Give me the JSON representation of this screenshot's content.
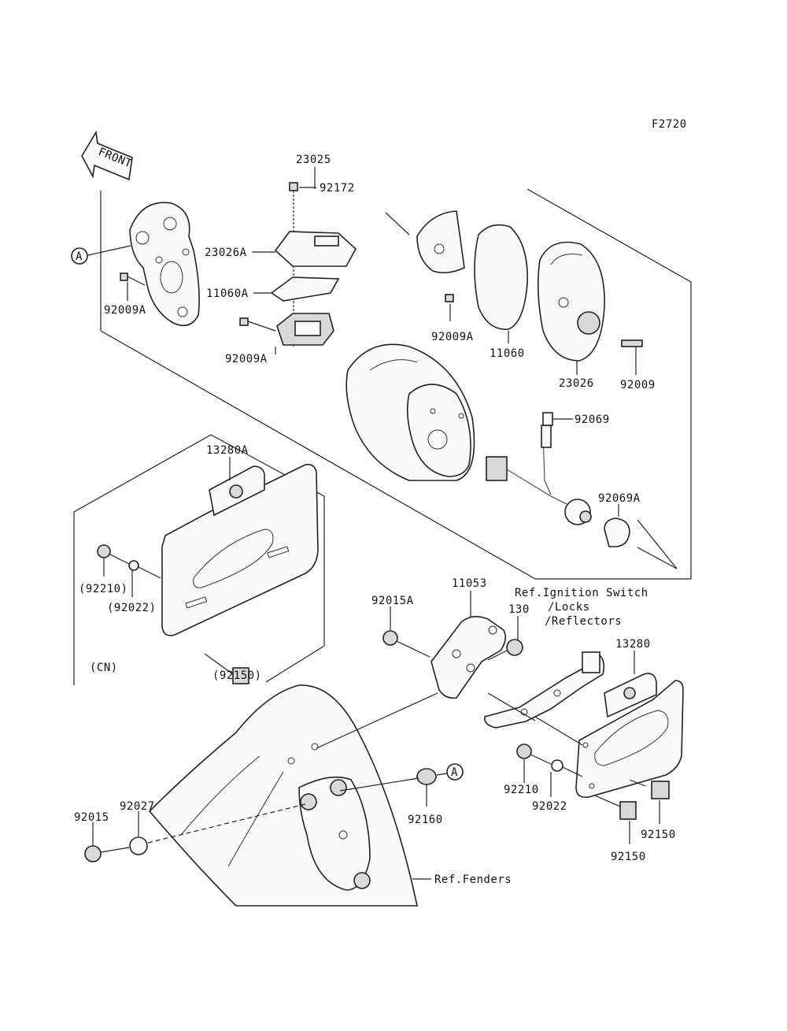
{
  "figure_code": "F2720",
  "front_label": "FRONT",
  "ref_a": "A",
  "labels": {
    "p23025": "23025",
    "p92172": "92172",
    "p23026A": "23026A",
    "p11060A": "11060A",
    "p92009A_1": "92009A",
    "p92009A_2": "92009A",
    "p92009A_3": "92009A",
    "p11060": "11060",
    "p23026": "23026",
    "p92009": "92009",
    "p92069": "92069",
    "p92069A": "92069A",
    "p13280A": "13280A",
    "p92210_cn": "(92210)",
    "p92022_cn": "(92022)",
    "cn": "(CN)",
    "p92150_cn": "(92150)",
    "p11053": "11053",
    "p92015A": "92015A",
    "p130": "130",
    "ref_ignition": "Ref.Ignition Switch",
    "ref_locks": "/Locks",
    "ref_reflectors": "/Reflectors",
    "p13280": "13280",
    "p92210": "92210",
    "p92022": "92022",
    "p92150_1": "92150",
    "p92150_2": "92150",
    "p92160": "92160",
    "p92015": "92015",
    "p92027": "92027",
    "ref_fenders": "Ref.Fenders"
  }
}
